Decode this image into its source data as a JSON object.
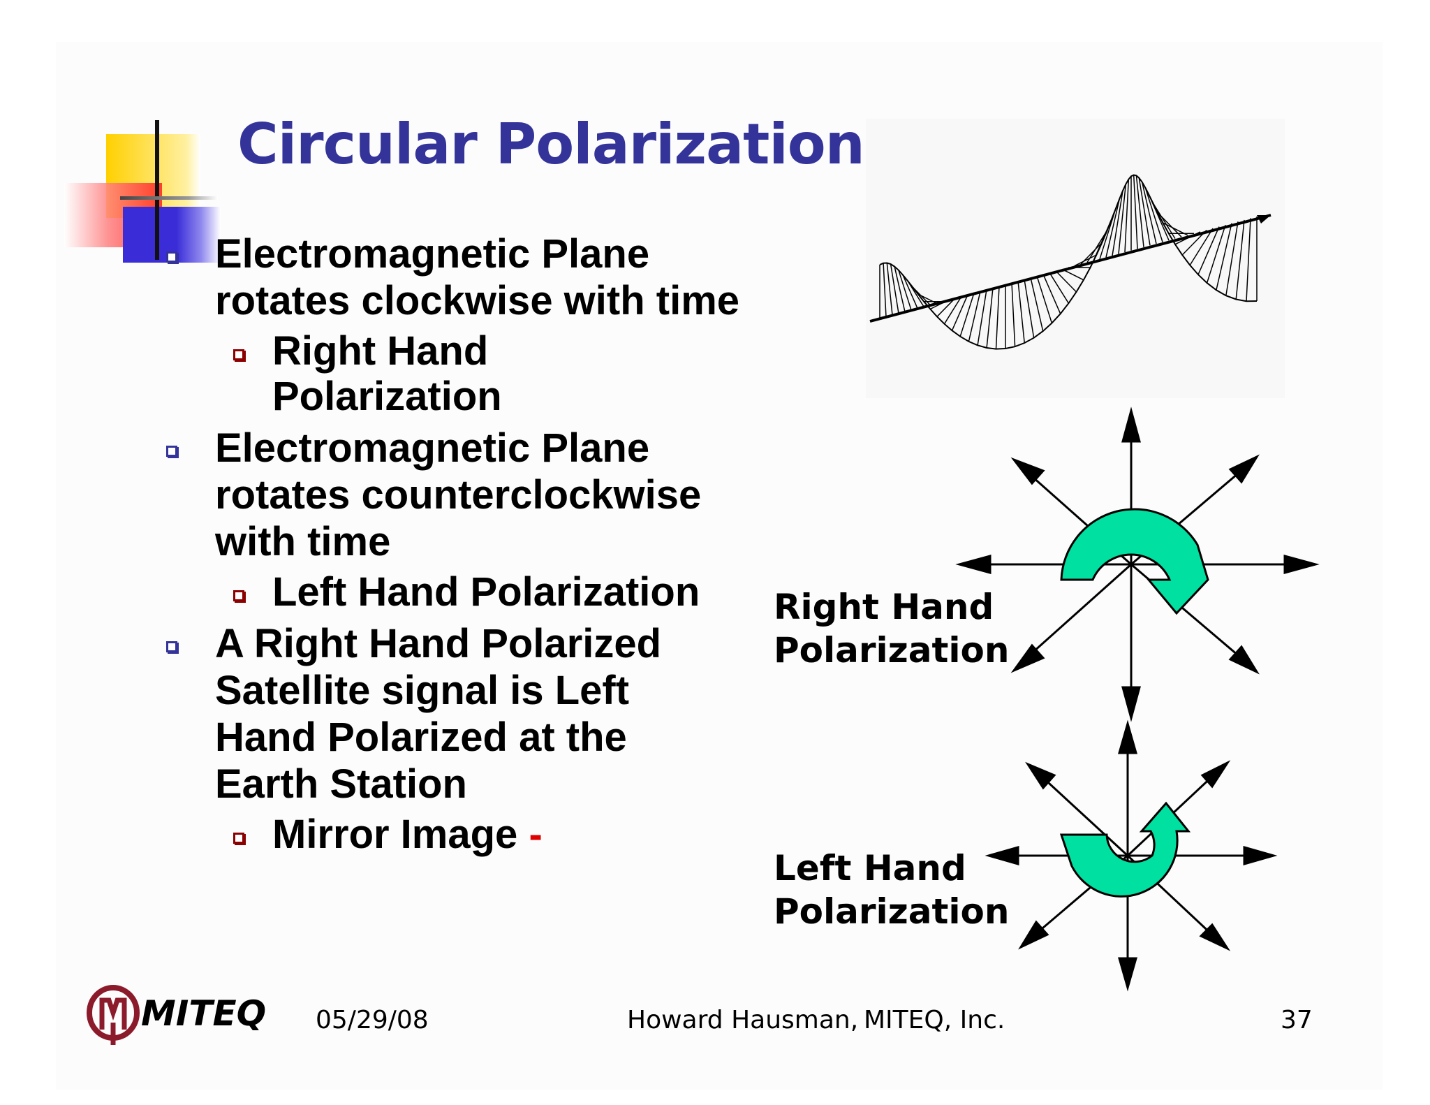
{
  "slide": {
    "title": "Circular Polarization",
    "bullets": [
      {
        "text": "Electromagnetic Plane rotates clockwise with time",
        "sub": [
          "Right Hand Polarization"
        ]
      },
      {
        "text": "Electromagnetic Plane rotates counterclockwise with time",
        "sub": [
          "Left Hand Polarization"
        ]
      },
      {
        "text": "A Right Hand Polarized Satellite signal is Left Hand Polarized at the Earth Station",
        "sub": [
          "Mirror Image"
        ]
      }
    ],
    "mirror_dash": "-",
    "diagram_labels": {
      "right_hand_1": "Right Hand",
      "right_hand_2": "Polarization",
      "left_hand_1": "Left Hand",
      "left_hand_2": "Polarization"
    }
  },
  "footer": {
    "logo_text": "MITEQ",
    "date": "05/29/08",
    "author": "Howard Hausman,",
    "company": "MITEQ, Inc.",
    "page_number": "37"
  },
  "colors": {
    "title": "#333399",
    "arrow_fill": "#00e0a0",
    "accent_red": "#e00000",
    "logo": "#8b1a2b"
  },
  "icons": [
    "square-bullet-icon",
    "helix-wave-diagram",
    "clockwise-arrow-icon",
    "counterclockwise-arrow-icon",
    "miteq-logo"
  ]
}
